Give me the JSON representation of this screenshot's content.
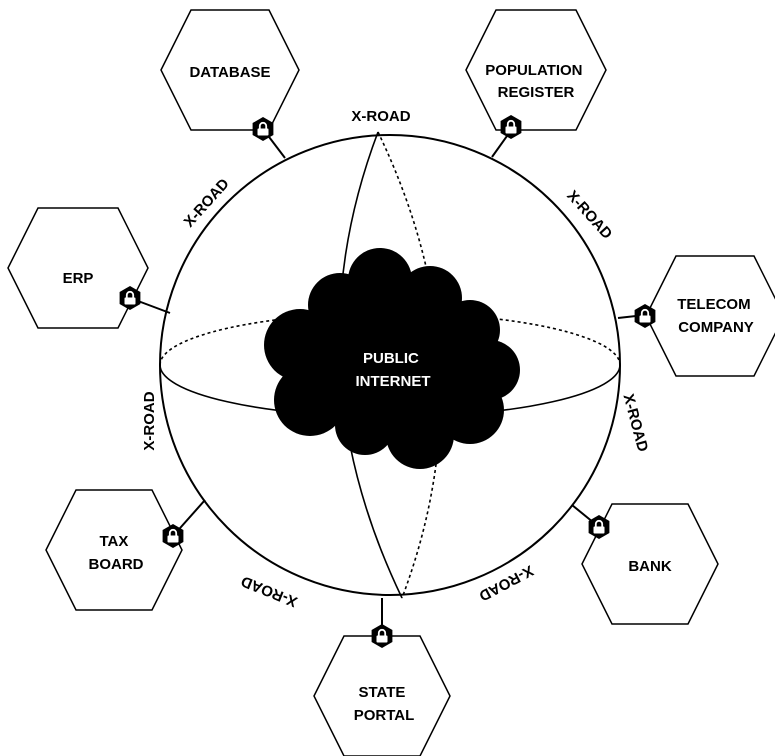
{
  "center": {
    "label_lines": [
      "PUBLIC",
      "INTERNET"
    ]
  },
  "connection_label": "X-ROAD",
  "nodes": [
    {
      "id": "database",
      "label_lines": [
        "DATABASE"
      ]
    },
    {
      "id": "population-register",
      "label_lines": [
        "POPULATION",
        "REGISTER"
      ]
    },
    {
      "id": "erp",
      "label_lines": [
        "ERP"
      ]
    },
    {
      "id": "telecom-company",
      "label_lines": [
        "TELECOM",
        "COMPANY"
      ]
    },
    {
      "id": "tax-board",
      "label_lines": [
        "TAX",
        "BOARD"
      ]
    },
    {
      "id": "bank",
      "label_lines": [
        "BANK"
      ]
    },
    {
      "id": "state-portal",
      "label_lines": [
        "STATE",
        "PORTAL"
      ]
    }
  ],
  "icons": {
    "connector": "padlock-icon",
    "center": "cloud-icon"
  },
  "colors": {
    "line": "#000000",
    "fill": "#ffffff",
    "cloud": "#000000",
    "cloud_text": "#ffffff"
  }
}
